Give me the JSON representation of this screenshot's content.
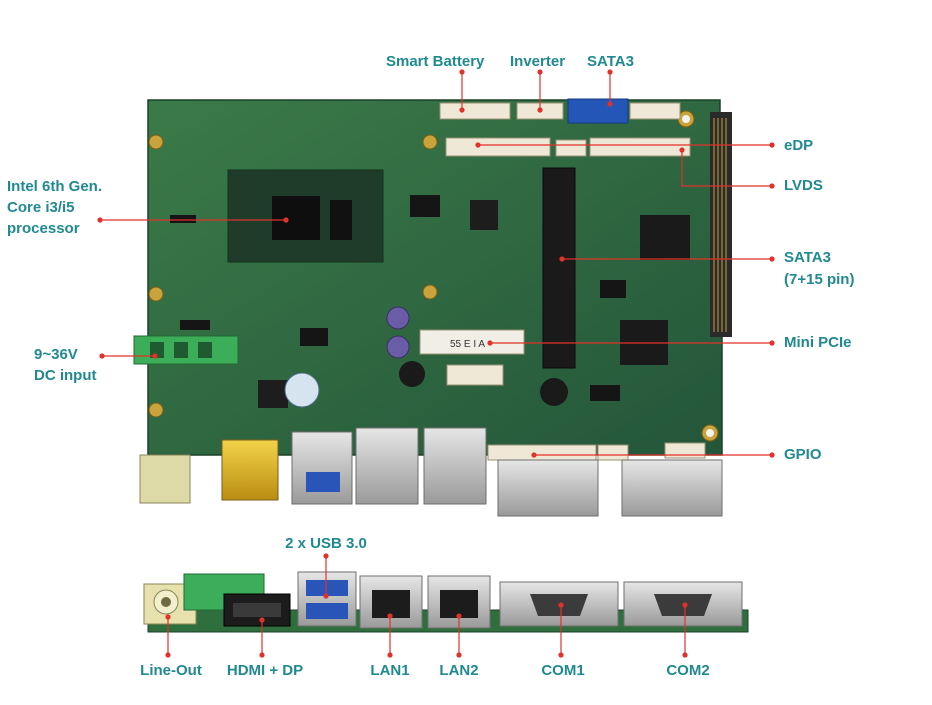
{
  "accent_color": "#1f8a8f",
  "marker_color": "#e0322b",
  "board_color": "#2e6b3e",
  "callouts": {
    "smart_battery": "Smart Battery",
    "inverter": "Inverter",
    "sata3_top": "SATA3",
    "edp": "eDP",
    "lvds": "LVDS",
    "cpu_line1": "Intel 6th Gen.",
    "cpu_line2": "Core i3/i5",
    "cpu_line3": "processor",
    "sata3_right_line1": "SATA3",
    "sata3_right_line2": "(7+15 pin)",
    "mini_pcie": "Mini PCIe",
    "dc_line1": "9~36V",
    "dc_line2": "DC input",
    "gpio": "GPIO",
    "usb": "2 x USB 3.0",
    "line_out": "Line-Out",
    "hdmi_dp": "HDMI + DP",
    "lan1": "LAN1",
    "lan2": "LAN2",
    "com1": "COM1",
    "com2": "COM2"
  },
  "board_markings": {
    "minipcie_slot": "55 E I A"
  }
}
